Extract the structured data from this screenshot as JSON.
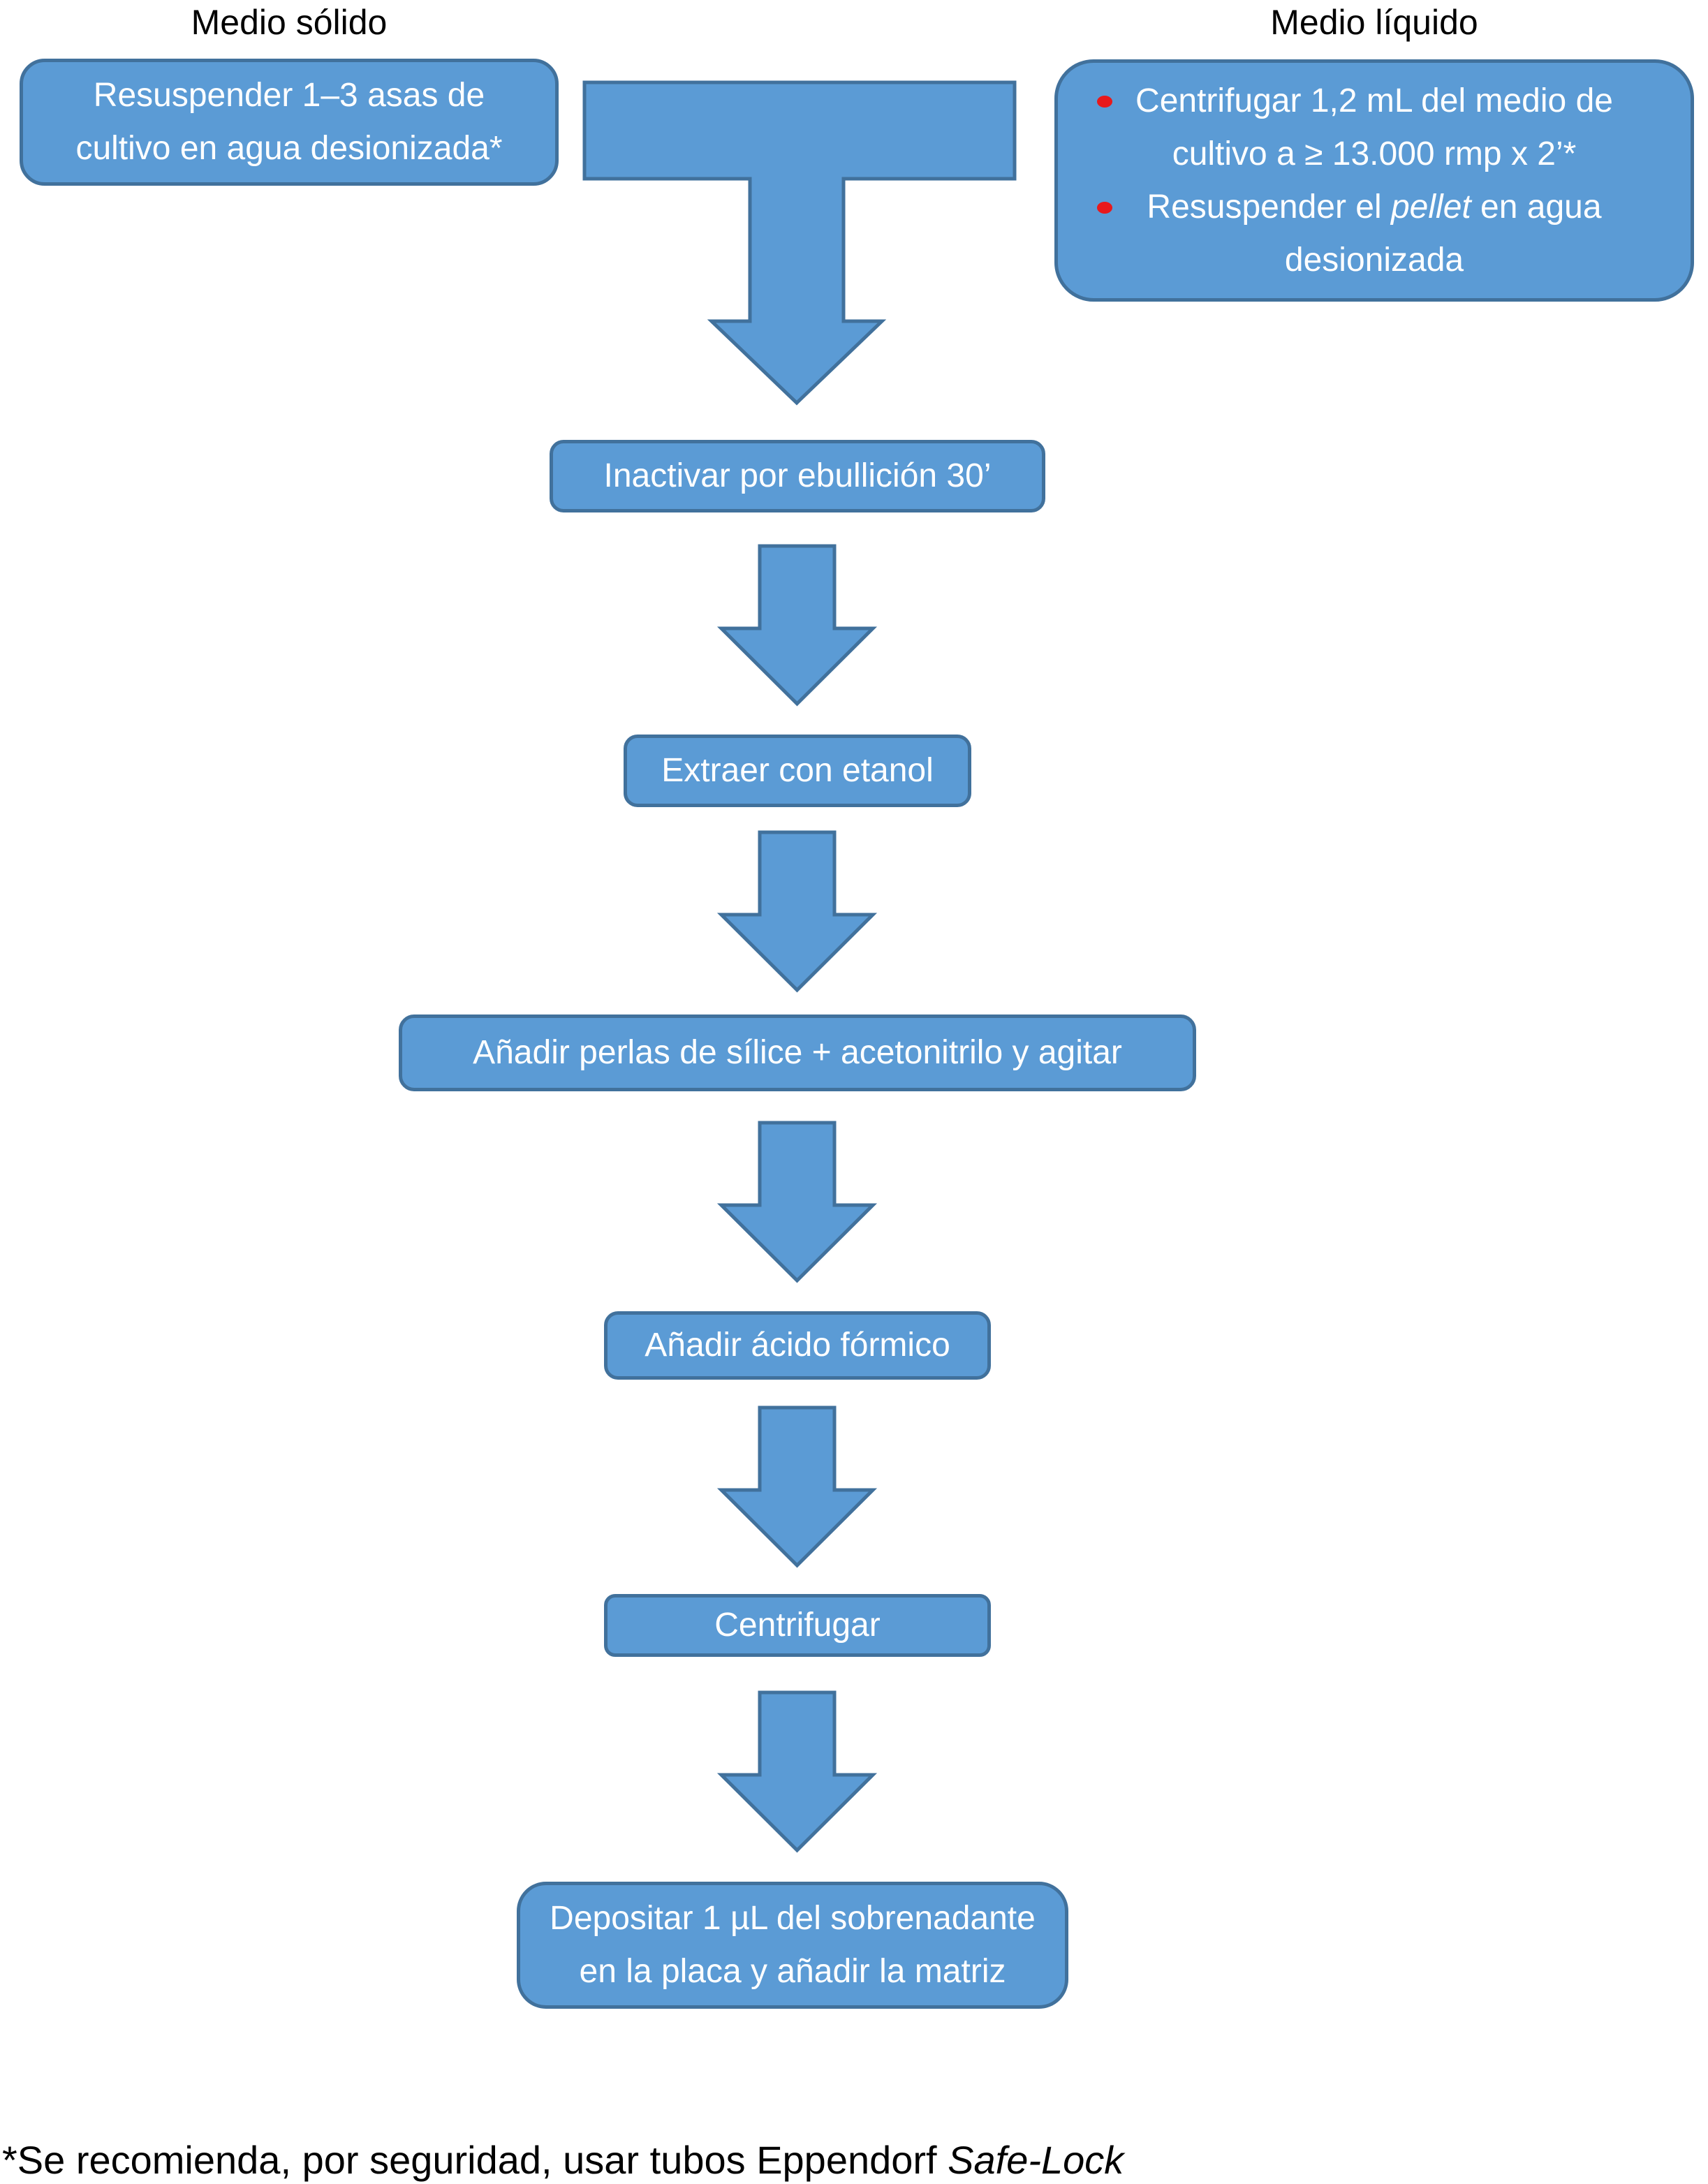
{
  "palette": {
    "page_bg": "#ffffff",
    "box_fill": "#5b9bd5",
    "box_border": "#41719c",
    "box_text": "#ffffff",
    "title_text": "#000000",
    "bullet_color": "#e8191c"
  },
  "headers": {
    "left": "Medio sólido",
    "right": "Medio líquido"
  },
  "solid_branch": {
    "line1": "Resuspender 1–3 asas de",
    "line2": "cultivo en agua desionizada*"
  },
  "liquid_branch": {
    "bullet1": {
      "line1": "Centrifugar 1,2 mL del medio de",
      "line2": "cultivo a ≥ 13.000 rmp x 2’*"
    },
    "bullet2": {
      "l1_pre": "Resuspender el ",
      "l1_italic": "pellet",
      "l1_post": " en agua",
      "line2": "desionizada"
    }
  },
  "steps": {
    "inactivar": "Inactivar por ebullición 30’",
    "extraer": "Extraer con etanol",
    "perlas": "Añadir perlas de sílice + acetonitrilo y agitar",
    "acido": "Añadir ácido fórmico",
    "centrifugar": "Centrifugar",
    "depositar": {
      "line1": "Depositar 1 µL del sobrenadante",
      "line2": "en la placa y añadir la matriz"
    }
  },
  "footnote": {
    "pre": "*Se recomienda, por seguridad, usar tubos Eppendorf ",
    "italic": "Safe-Lock"
  },
  "icons": {
    "funnel_arrow": "funnel-arrow-icon",
    "down_arrow": "down-arrow-icon"
  }
}
